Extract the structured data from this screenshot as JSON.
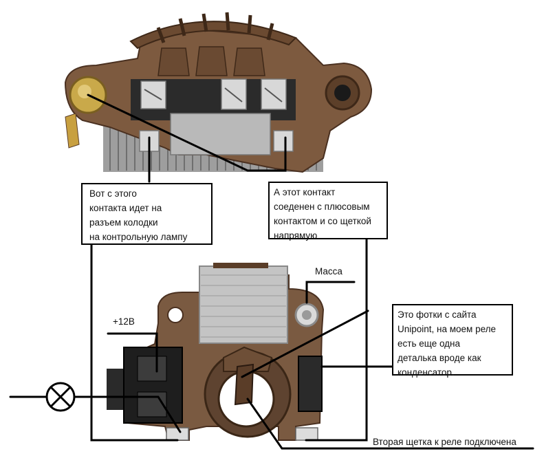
{
  "callouts": {
    "left": "Вот с этого\nконтакта идет на\nразъем колодки\nна контрольную лампу",
    "right": "А этот контакт\nсоеденен с плюсовым\nконтактом и со щеткой\nнапрямую",
    "photo": "Это фотки с сайта\nUnipoint, на моем реле\nесть еще одна\nдеталька вроде как\nконденсатор."
  },
  "labels": {
    "mass": "Масса",
    "plus12": "+12В",
    "brush": "Вторая щетка к реле подключена"
  },
  "colors": {
    "housing": "#7d5a3f",
    "housing_dark": "#5a3d28",
    "metal": "#c9c9c9",
    "heatsink": "#b5b5b5",
    "plug": "#1e1e1e",
    "brass": "#c9a94a",
    "wire": "#000000"
  },
  "icons": {
    "lamp": "lamp-symbol-icon"
  }
}
